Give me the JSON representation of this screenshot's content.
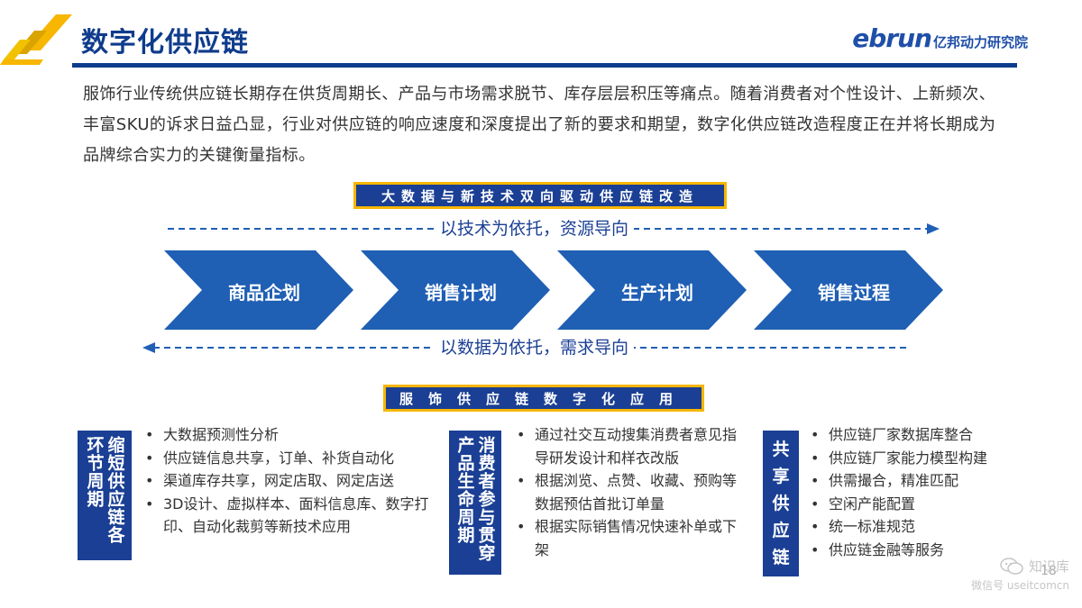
{
  "header": {
    "title": "数字化供应链",
    "logo_word": "ebrun",
    "logo_cn": "亿邦动力研究院"
  },
  "intro": "服饰行业传统供应链长期存在供货周期长、产品与市场需求脱节、库存层层积压等痛点。随着消费者对个性设计、上新频次、丰富SKU的诉求日益凸显，行业对供应链的响应速度和深度提出了新的要求和期望，数字化供应链改造程度正在并将长期成为品牌综合实力的关键衡量指标。",
  "banner_top": "大数据与新技术双向驱动供应链改造",
  "flow": {
    "top_label": "以技术为依托，资源导向",
    "bottom_label": "以数据为依托，需求导向",
    "steps": [
      "商品企划",
      "销售计划",
      "生产计划",
      "销售过程"
    ]
  },
  "banner_mid": "服饰供应链数字化应用",
  "panels": [
    {
      "label_cols": [
        "缩短供应链各",
        "环节周期"
      ],
      "items": [
        "大数据预测性分析",
        "供应链信息共享，订单、补货自动化",
        "渠道库存共享，网定店取、网定店送",
        "3D设计、虚拟样本、面料信息库、数字打印、自动化裁剪等新技术应用"
      ]
    },
    {
      "label_cols": [
        "消费者参与贯穿",
        "产品生命周期"
      ],
      "items": [
        "通过社交互动搜集消费者意见指导研发设计和样衣改版",
        "根据浏览、点赞、收藏、预购等数据预估首批订单量",
        "根据实际销售情况快速补单或下架"
      ]
    },
    {
      "label_chars": [
        "共",
        "享",
        "供",
        "应",
        "链"
      ],
      "items": [
        "供应链厂家数据库整合",
        "供应链厂家能力模型构建",
        "供需撮合，精准匹配",
        "空闲产能配置",
        "统一标准规范",
        "供应链金融等服务"
      ]
    }
  ],
  "watermark": {
    "name": "知识库",
    "sub": "微信号 useitcomcn"
  },
  "page_number": "18",
  "colors": {
    "primary": "#1a3f94",
    "title_blue": "#0f3c8c",
    "chevron": "#1f5fb4",
    "accent_gold": "#f7b600"
  }
}
